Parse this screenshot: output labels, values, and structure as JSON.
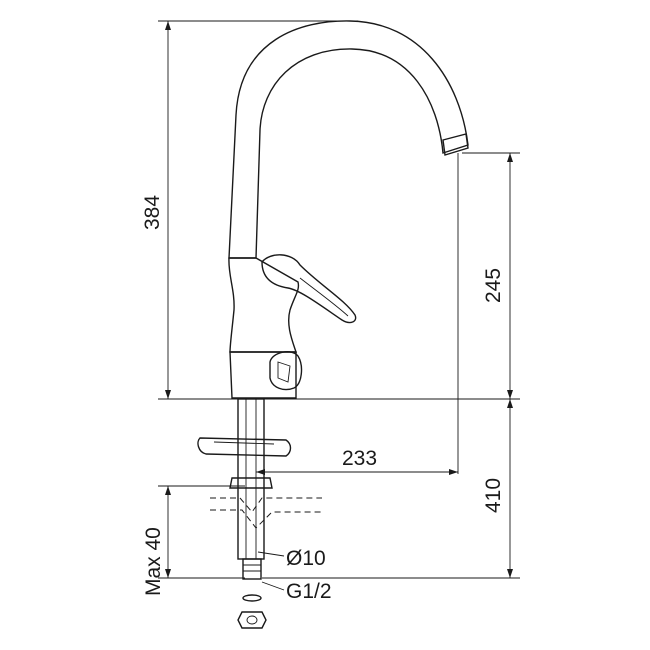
{
  "dimensions": {
    "total_height": "384",
    "spout_height": "245",
    "reach": "233",
    "shank_length": "410",
    "max_thickness": "Max 40",
    "pipe_diameter": "Ø10",
    "thread": "G1/2"
  },
  "colors": {
    "line": "#1a1a1a",
    "body_fill": "#ffffff",
    "shade_fill": "#cfcfcf"
  }
}
